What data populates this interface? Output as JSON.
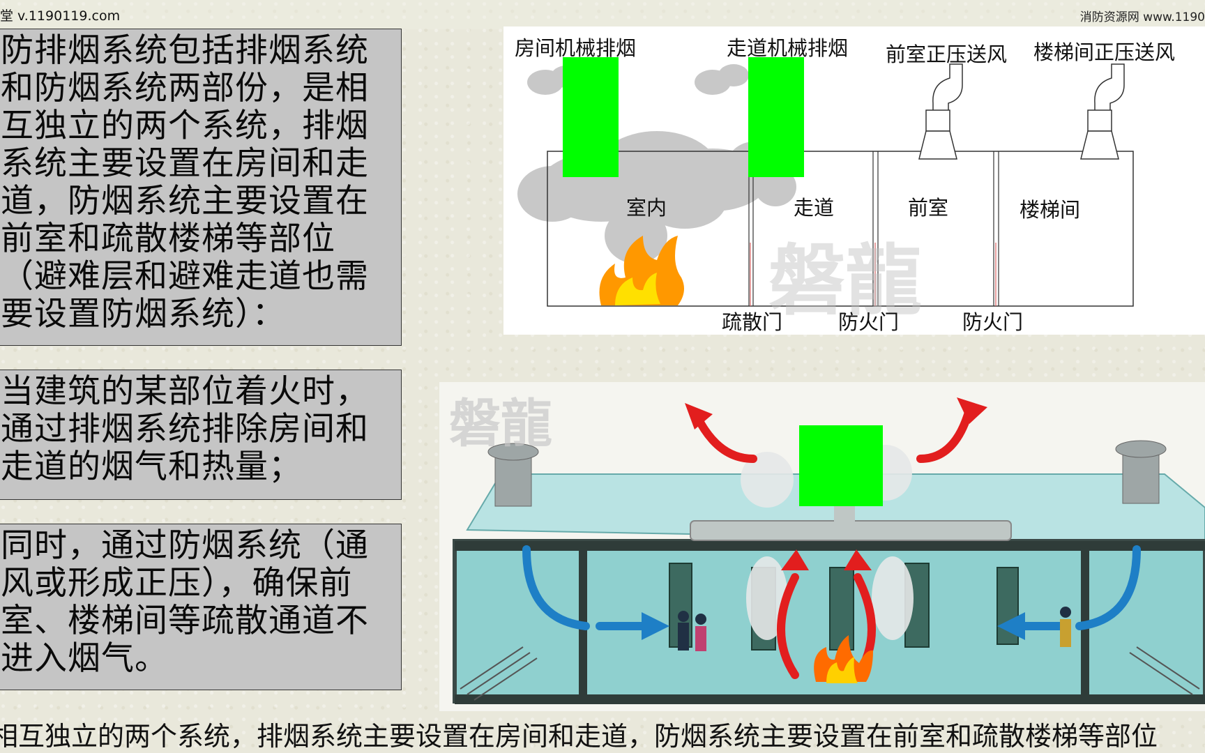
{
  "header": {
    "left_text": "堂 v.1190119.com",
    "right_text": "消防资源网  www.1190"
  },
  "text_boxes": {
    "intro": "防排烟系统包括排烟系统和防烟系统两部份，是相互独立的两个系统，排烟系统主要设置在房间和走道，防烟系统主要设置在前室和疏散楼梯等部位（避难层和避难走道也需要设置防烟系统）：",
    "fire": "当建筑的某部位着火时，通过排烟系统排除房间和走道的烟气和热量；",
    "prevent": "同时，通过防烟系统（通风或形成正压），确保前室、楼梯间等疏散通道不进入烟气。"
  },
  "diagram_top": {
    "labels": {
      "room_exhaust": "房间机械排烟",
      "corridor_exhaust": "走道机械排烟",
      "anteroom_supply": "前室正压送风",
      "stair_supply": "楼梯间正压送风",
      "room": "室内",
      "corridor": "走道",
      "anteroom": "前室",
      "stairwell": "楼梯间",
      "exit_door": "疏散门",
      "fire_door_1": "防火门",
      "fire_door_2": "防火门"
    },
    "watermark": "磐龍"
  },
  "diagram_bottom": {
    "watermark": "磐龍"
  },
  "subtitle": "相互独立的两个系统，排烟系统主要设置在房间和走道，防烟系统主要设置在前室和疏散楼梯等部位",
  "colors": {
    "box_bg": "#c5c5c5",
    "green_mask": "#00ff00",
    "arrow_red": "#e21e1e",
    "arrow_blue": "#1e7fc6",
    "glass_teal": "#9fd4d0"
  }
}
